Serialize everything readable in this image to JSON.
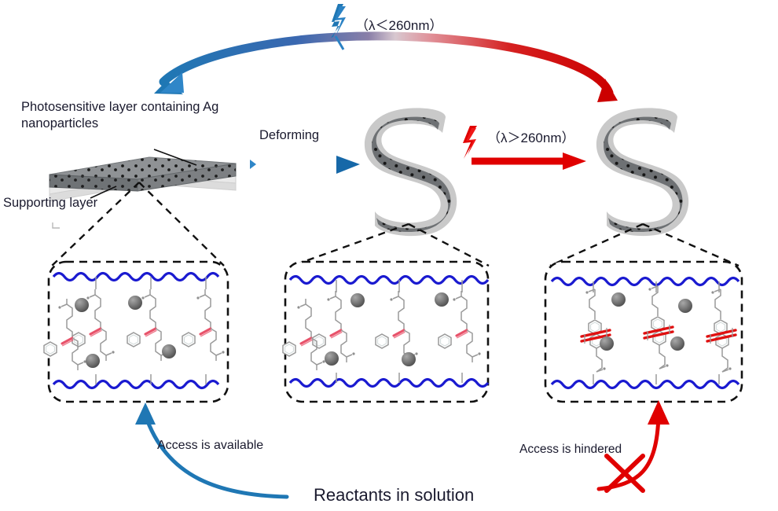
{
  "figure": {
    "title": "Photo-crosslinking of Ag-nanoparticle photosensitive layer",
    "type": "scientific-schematic"
  },
  "labels": {
    "photosensitive_layer": "Photosensitive layer containing Ag nanoparticles",
    "supporting_layer": "Supporting layer",
    "deforming": "Deforming",
    "lambda_short": "（λ＜260nm）",
    "lambda_long": "（λ＞260nm）",
    "access_available": "Access is available",
    "access_hindered": "Access is hindered",
    "reactants": "Reactants in solution"
  },
  "icons": {
    "lightning_blue": "lightning-bolt-icon",
    "lightning_red": "lightning-bolt-icon",
    "cross_mark": "cross-mark-icon"
  },
  "colors": {
    "blue": "#1f77b4",
    "blue_dark": "#1668a8",
    "red": "#e00000",
    "red_dark": "#cc0000",
    "polymer_blue": "#1a1ad0",
    "bond_red": "#e8526a",
    "crosslink_red": "#e01010",
    "slab_top": "#8f9295",
    "slab_side": "#6f7376",
    "slab_support": "#e6e6e6",
    "nanoparticle": "#707070",
    "s_outer": "#c9c9c9",
    "s_inner": "#6e7174",
    "dash": "#111111"
  },
  "stages": [
    {
      "id": "flat-film",
      "state": "flat",
      "inset": "uncrosslinked",
      "note": "Flat photosensitive film with Ag nanoparticles on supporting layer"
    },
    {
      "id": "deformed-s",
      "state": "S-shaped",
      "inset": "uncrosslinked",
      "note": "Film deformed into S shape"
    },
    {
      "id": "crosslinked-s",
      "state": "S-shaped",
      "inset": "crosslinked",
      "note": "Cinnamate groups dimerised; network crosslinked"
    }
  ],
  "inset_molecules": {
    "backbone": "blue wavy polymer chain",
    "nanoparticle_label": "Ag nanoparticle",
    "pendant": "cinnamate ester",
    "uncrosslinked_bond": "C=C vinyl double bond",
    "crosslinked_bond": "cyclobutane crosslink"
  }
}
